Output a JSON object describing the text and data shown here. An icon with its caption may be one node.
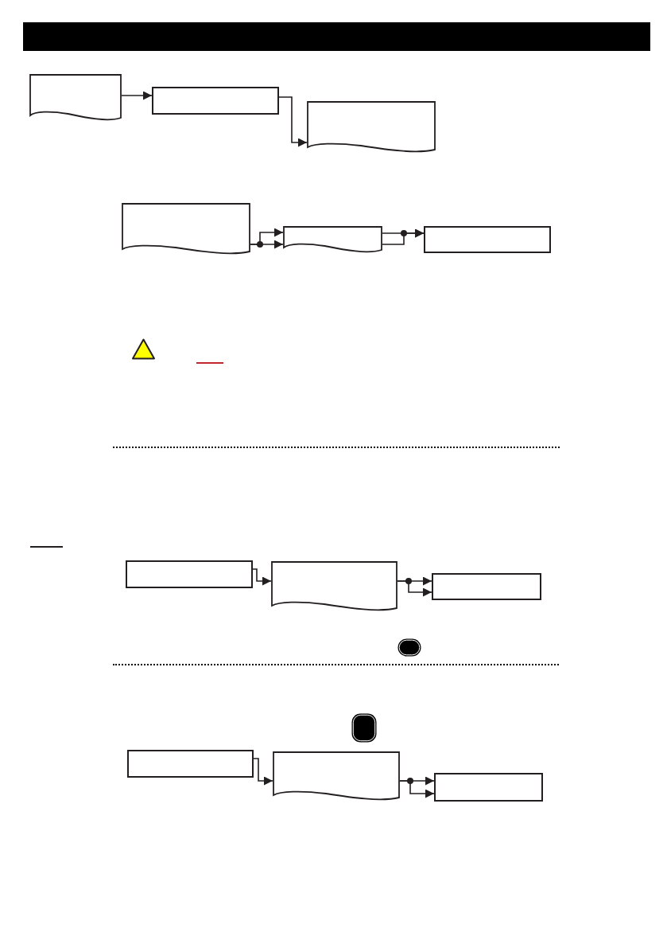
{
  "diagram": {
    "nodes": [
      {
        "text": [],
        "shape": "document"
      },
      {
        "text": [],
        "shape": "box"
      },
      {
        "text": [],
        "shape": "document"
      },
      {
        "text": [],
        "shape": "document"
      },
      {
        "text": [],
        "shape": "document"
      },
      {
        "text": [],
        "shape": "box"
      },
      {
        "text": [],
        "shape": "box"
      },
      {
        "text": [],
        "shape": "document"
      },
      {
        "text": [],
        "shape": "box"
      },
      {
        "text": [],
        "shape": "box"
      },
      {
        "text": [],
        "shape": "document"
      },
      {
        "text": [],
        "shape": "box"
      }
    ],
    "edges": [
      {
        "from": 0,
        "to": 1,
        "arrow": "to"
      },
      {
        "from": 1,
        "to": 2,
        "arrow": "to"
      },
      {
        "from": 3,
        "to": 4,
        "arrow": "to"
      },
      {
        "from": 3,
        "to": 4,
        "arrow": "to"
      },
      {
        "from": 4,
        "to": 5,
        "arrow": "to"
      },
      {
        "from": 4,
        "to": 5,
        "arrow": "to"
      },
      {
        "from": 6,
        "to": 7,
        "arrow": "to"
      },
      {
        "from": 7,
        "to": 8,
        "arrow": "to"
      },
      {
        "from": 7,
        "to": 8,
        "arrow": "to"
      },
      {
        "from": 9,
        "to": 10,
        "arrow": "to"
      },
      {
        "from": 10,
        "to": 11,
        "arrow": "to"
      },
      {
        "from": 10,
        "to": 11,
        "arrow": "to"
      }
    ]
  }
}
